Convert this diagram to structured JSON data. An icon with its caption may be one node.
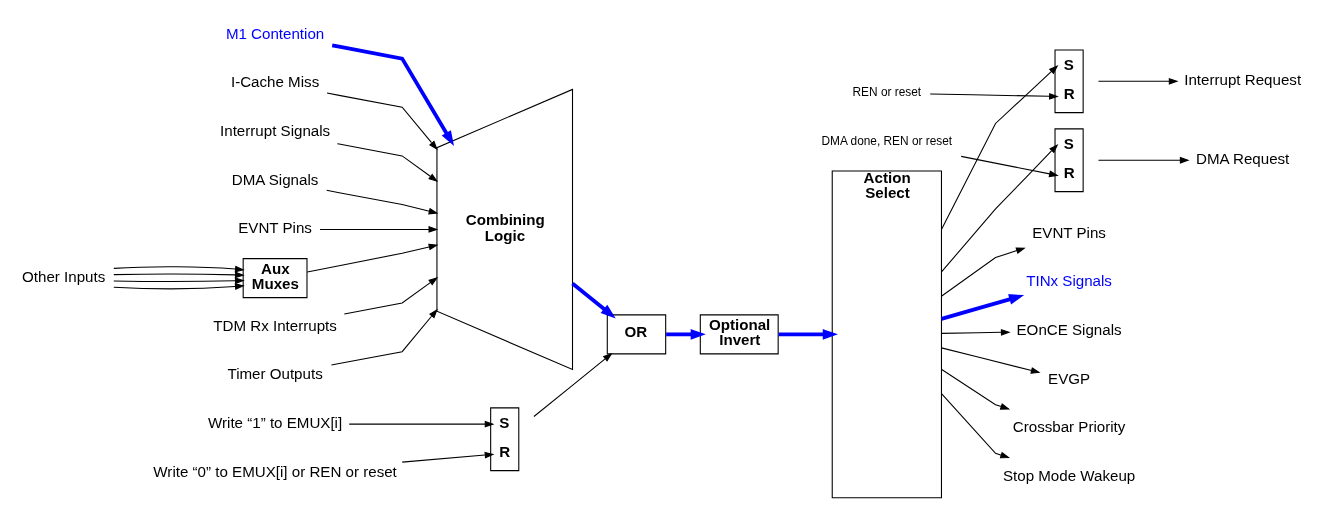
{
  "diagram": {
    "nodes": [
      {
        "text": [
          "TDM Rx Interrupts"
        ]
      },
      {
        "text": [
          "Timer Outputs"
        ]
      },
      {
        "text": [
          "M1 Contention"
        ]
      },
      {
        "text": [
          "I-Cache Miss"
        ]
      },
      {
        "text": [
          "Interrupt Signals"
        ]
      },
      {
        "text": [
          "DMA Signals"
        ]
      },
      {
        "text": [
          "EVNT Pins"
        ]
      },
      {
        "text": [
          "Other Inputs"
        ]
      },
      {
        "text": [
          "Combining Logic"
        ]
      },
      {
        "text": [
          "Aux Muxes"
        ]
      },
      {
        "text": [
          "OR"
        ]
      },
      {
        "text": [
          "Optional Invert"
        ]
      },
      {
        "text": [
          "Action Select"
        ]
      },
      {
        "text": [
          "S",
          "R"
        ]
      },
      {
        "text": [
          "Write “1” to EMUX[i]"
        ]
      },
      {
        "text": [
          "Write “0” to EMUX[i] or REN or reset"
        ]
      },
      {
        "text": [
          "S",
          "R"
        ]
      },
      {
        "text": [
          "REN or reset"
        ]
      },
      {
        "text": [
          "Interrupt Request"
        ]
      },
      {
        "text": [
          "S",
          "R"
        ]
      },
      {
        "text": [
          "DMA done, REN or reset"
        ]
      },
      {
        "text": [
          "DMA Request"
        ]
      },
      {
        "text": [
          "EVNT Pins"
        ]
      },
      {
        "text": [
          "TINx Signals"
        ]
      },
      {
        "text": [
          "EOnCE Signals"
        ]
      },
      {
        "text": [
          "EVGP"
        ]
      },
      {
        "text": [
          "Crossbar Priority"
        ]
      },
      {
        "text": [
          "Stop Mode Wakeup"
        ]
      }
    ],
    "edges": [
      {
        "from": 0,
        "to": 8,
        "arrow": "to"
      },
      {
        "from": 1,
        "to": 8,
        "arrow": "to"
      },
      {
        "from": 2,
        "to": 8,
        "arrow": "to",
        "style": "thick",
        "color": "#0000ff"
      },
      {
        "from": 3,
        "to": 8,
        "arrow": "to"
      },
      {
        "from": 4,
        "to": 8,
        "arrow": "to"
      },
      {
        "from": 5,
        "to": 8,
        "arrow": "to"
      },
      {
        "from": 6,
        "to": 8,
        "arrow": "to"
      },
      {
        "from": 7,
        "to": 9,
        "arrow": "to"
      },
      {
        "from": 7,
        "to": 9,
        "arrow": "to"
      },
      {
        "from": 7,
        "to": 9,
        "arrow": "to"
      },
      {
        "from": 7,
        "to": 9,
        "arrow": "to"
      },
      {
        "from": 9,
        "to": 8,
        "arrow": "to"
      },
      {
        "from": 8,
        "to": 10,
        "arrow": "to",
        "style": "thick",
        "color": "#0000ff"
      },
      {
        "from": 14,
        "to": 13,
        "arrow": "to"
      },
      {
        "from": 15,
        "to": 13,
        "arrow": "to"
      },
      {
        "from": 13,
        "to": 10,
        "arrow": "to"
      },
      {
        "from": 10,
        "to": 11,
        "arrow": "to",
        "style": "thick",
        "color": "#0000ff"
      },
      {
        "from": 11,
        "to": 12,
        "arrow": "to",
        "style": "thick",
        "color": "#0000ff"
      },
      {
        "from": 12,
        "to": 16,
        "arrow": "to"
      },
      {
        "from": 17,
        "to": 16,
        "arrow": "to"
      },
      {
        "from": 16,
        "to": 18,
        "arrow": "to"
      },
      {
        "from": 12,
        "to": 19,
        "arrow": "to"
      },
      {
        "from": 20,
        "to": 19,
        "arrow": "to"
      },
      {
        "from": 19,
        "to": 21,
        "arrow": "to"
      },
      {
        "from": 12,
        "to": 22,
        "arrow": "to"
      },
      {
        "from": 12,
        "to": 23,
        "arrow": "to",
        "style": "thick",
        "color": "#0000ff"
      },
      {
        "from": 12,
        "to": 24,
        "arrow": "to"
      },
      {
        "from": 12,
        "to": 25,
        "arrow": "to"
      },
      {
        "from": 12,
        "to": 26,
        "arrow": "to"
      },
      {
        "from": 12,
        "to": 27,
        "arrow": "to"
      }
    ]
  }
}
